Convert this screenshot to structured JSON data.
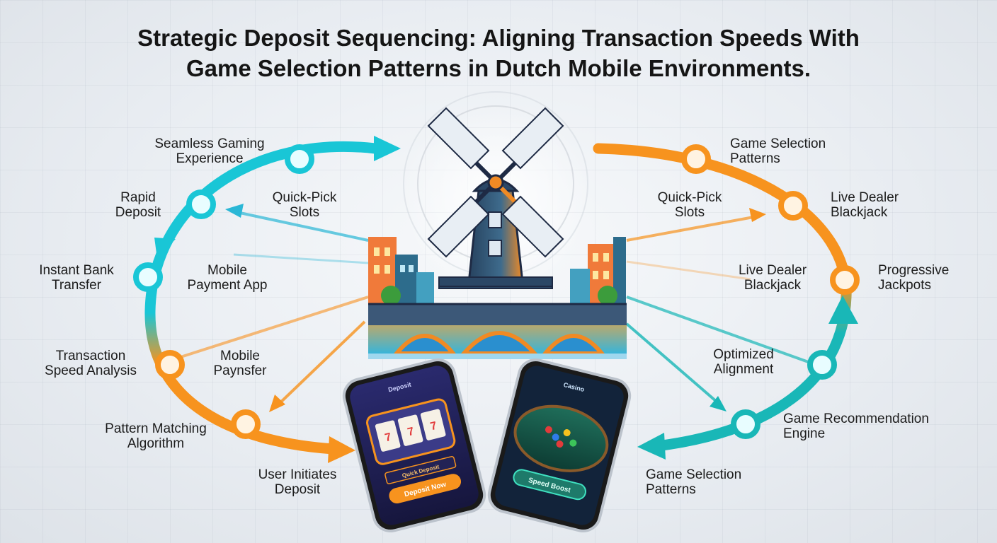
{
  "title": {
    "line1": "Strategic Deposit Sequencing: Aligning Transaction Speeds With",
    "line2": "Game Selection Patterns in Dutch Mobile Environments."
  },
  "left_cycle": {
    "nodes": [
      {
        "line1": "Seamless Gaming",
        "line2": "Experience"
      },
      {
        "line1": "Rapid",
        "line2": "Deposit"
      },
      {
        "line1": "Instant Bank",
        "line2": "Transfer"
      },
      {
        "line1": "Transaction",
        "line2": "Speed Analysis"
      },
      {
        "line1": "Pattern Matching",
        "line2": "Algorithm"
      }
    ],
    "inner": [
      {
        "line1": "Quick-Pick",
        "line2": "Slots"
      },
      {
        "line1": "Mobile",
        "line2": "Payment App"
      },
      {
        "line1": "Mobile",
        "line2": "Paynsfer"
      }
    ],
    "start": {
      "line1": "User Initiates",
      "line2": "Deposit"
    }
  },
  "right_cycle": {
    "nodes": [
      {
        "line1": "Game Selection",
        "line2": "Patterns"
      },
      {
        "line1": "Live Dealer",
        "line2": "Blackjack"
      },
      {
        "line1": "Progressive",
        "line2": "Jackpots"
      },
      {
        "line1": "Game Recommendation",
        "line2": "Engine"
      }
    ],
    "inner": [
      {
        "line1": "Quick-Pick",
        "line2": "Slots"
      },
      {
        "line1": "Live Dealer",
        "line2": "Blackjack"
      },
      {
        "line1": "Optimized",
        "line2": "Alignment"
      }
    ],
    "end": {
      "line1": "Game Selection",
      "line2": "Patterns"
    }
  },
  "phones": {
    "left": {
      "header": "Deposit",
      "machine_text": "Quick Deposit",
      "button": "Deposit Now"
    },
    "right": {
      "header": "Casino",
      "button": "Speed Boost"
    }
  },
  "colors": {
    "teal": "#1ec8d8",
    "orange": "#f7931e",
    "navy": "#1e2a44"
  }
}
